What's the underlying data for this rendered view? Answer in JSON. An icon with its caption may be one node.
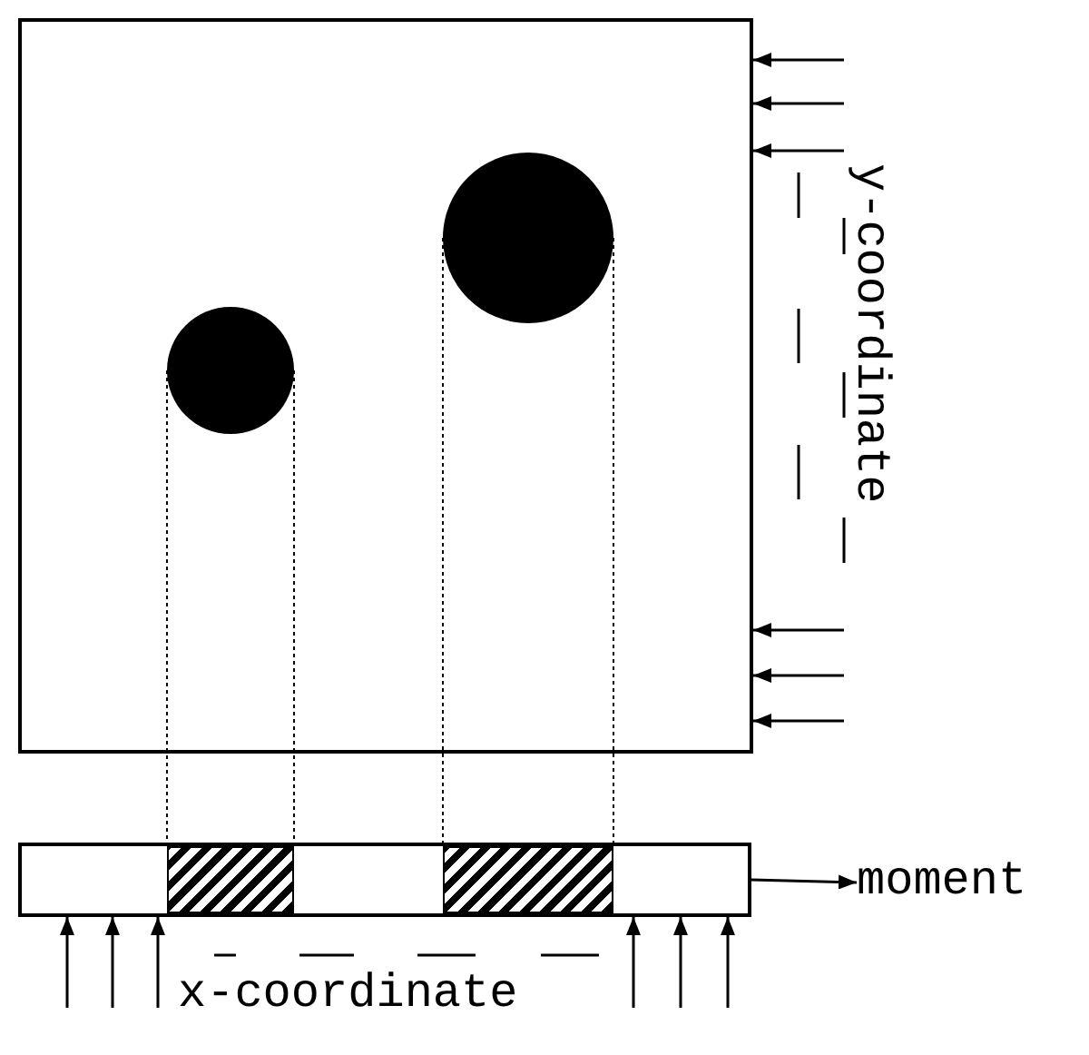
{
  "diagram": {
    "nodes": [
      {
        "text": [],
        "shape": "box"
      },
      {
        "text": [],
        "shape": "circle",
        "in": 0
      },
      {
        "text": [],
        "shape": "circle",
        "in": 0
      },
      {
        "text": [],
        "shape": "box"
      },
      {
        "text": [],
        "shape": "bar",
        "in": 3
      },
      {
        "text": [],
        "shape": "bar",
        "in": 3
      },
      {
        "text": [
          "moment"
        ]
      }
    ],
    "edges": [
      {
        "from": 1,
        "to": 4,
        "arrow": "none",
        "style": "dashed"
      },
      {
        "from": 1,
        "to": 4,
        "arrow": "none",
        "style": "dashed"
      },
      {
        "from": 2,
        "to": 5,
        "arrow": "none",
        "style": "dashed"
      },
      {
        "from": 2,
        "to": 5,
        "arrow": "none",
        "style": "dashed"
      },
      {
        "from": 3,
        "to": 6,
        "arrow": "to"
      },
      {
        "from": null,
        "to": 0,
        "arrow": "to"
      },
      {
        "from": null,
        "to": 0,
        "arrow": "to"
      },
      {
        "from": null,
        "to": 0,
        "arrow": "to"
      },
      {
        "from": null,
        "to": 0,
        "arrow": "to"
      },
      {
        "from": null,
        "to": 0,
        "arrow": "to"
      },
      {
        "from": null,
        "to": 0,
        "arrow": "to"
      },
      {
        "from": null,
        "to": 3,
        "arrow": "to"
      },
      {
        "from": null,
        "to": 3,
        "arrow": "to"
      },
      {
        "from": null,
        "to": 3,
        "arrow": "to"
      },
      {
        "from": null,
        "to": 3,
        "arrow": "to"
      },
      {
        "from": null,
        "to": 3,
        "arrow": "to"
      },
      {
        "from": null,
        "to": 3,
        "arrow": "to"
      }
    ],
    "labels": [
      "y-coordinate",
      "x-coordinate"
    ]
  }
}
